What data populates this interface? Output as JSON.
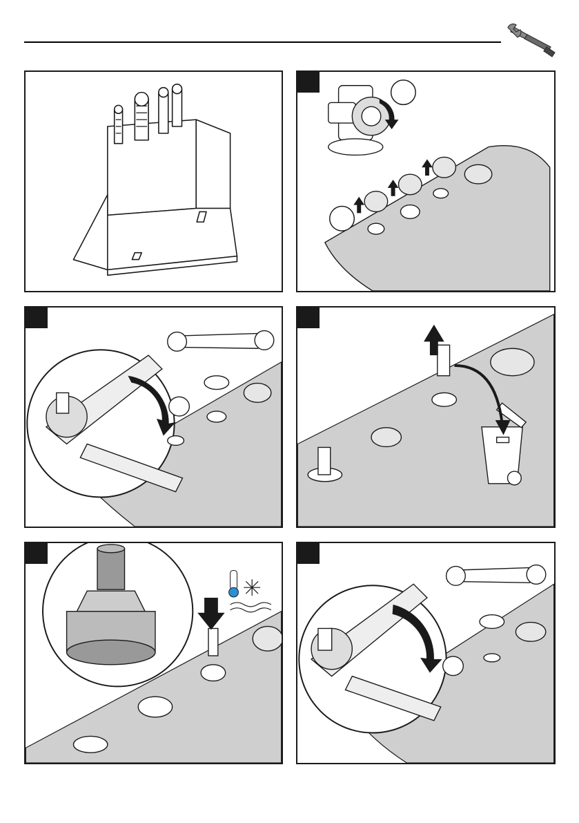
{
  "header": {
    "tools_icon": "wrench-screwdriver-icon"
  },
  "panels": [
    {
      "id": "p1",
      "step": "",
      "content": "concealed-mixer-body"
    },
    {
      "id": "p2",
      "step": "",
      "callouts": [
        "",
        ""
      ],
      "content": "shut-off-valve-remove-caps"
    },
    {
      "id": "p3",
      "step": "",
      "content": "wrench-unscrew-cartridge"
    },
    {
      "id": "p4",
      "step": "",
      "content": "dispose-old-cartridge"
    },
    {
      "id": "p5",
      "step": "",
      "content": "insert-new-cartridge",
      "cold_symbol": "thermometer-snowflake-icon"
    },
    {
      "id": "p6",
      "step": "",
      "content": "wrench-tighten-cartridge"
    }
  ],
  "colors": {
    "ink": "#1a1a1a",
    "badge": "#1a1a1a",
    "surface": "#c8c8c8",
    "cold": "#2a8fd6"
  }
}
